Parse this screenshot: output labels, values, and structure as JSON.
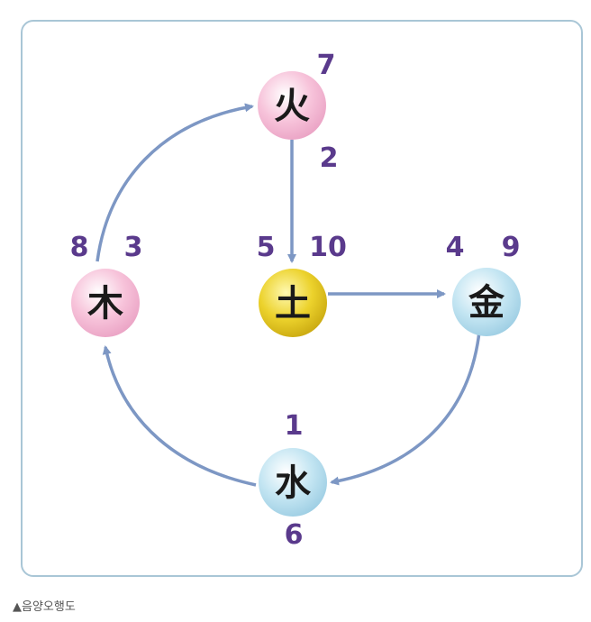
{
  "nodes": {
    "fire": {
      "char": "火",
      "numbers": [
        "7",
        "2"
      ],
      "color": "#f7c3da"
    },
    "earth": {
      "char": "土",
      "numbers": [
        "5",
        "10"
      ],
      "color": "#e8cf2a"
    },
    "metal": {
      "char": "金",
      "numbers": [
        "4",
        "9"
      ],
      "color": "#bfe3f1"
    },
    "water": {
      "char": "水",
      "numbers": [
        "1",
        "6"
      ],
      "color": "#bfe3f1"
    },
    "wood": {
      "char": "木",
      "numbers": [
        "8",
        "3"
      ],
      "color": "#f7c3da"
    }
  },
  "colors": {
    "arrow": "#7d97c4",
    "number": "#5a3a8c",
    "frame_border": "#a9c6d6"
  },
  "caption": "▲음양오행도"
}
